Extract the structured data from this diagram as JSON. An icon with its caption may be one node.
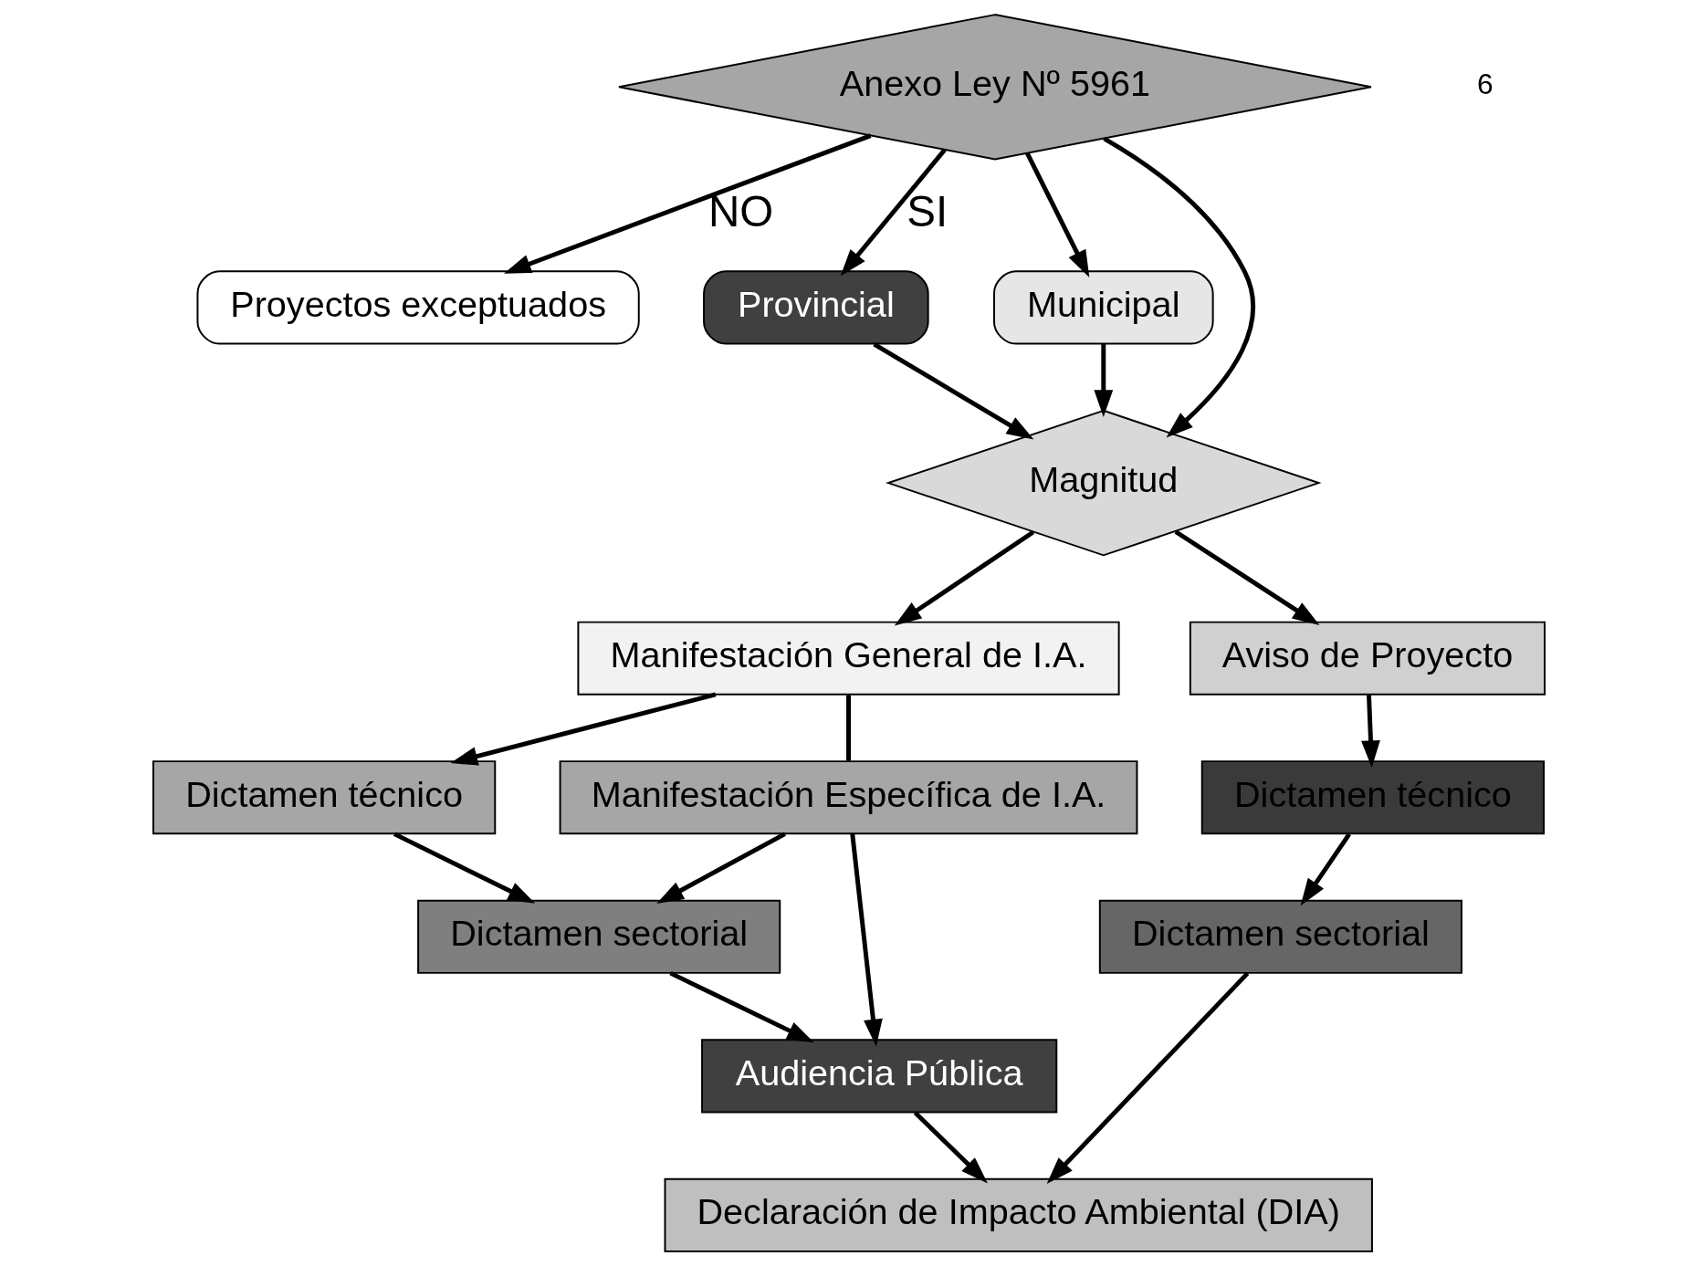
{
  "diagram": {
    "nodes": [
      {
        "text": [
          "Anexo Ley Nº 5961"
        ]
      },
      {
        "text": [
          "Proyectos exceptuados"
        ]
      },
      {
        "text": [
          "Provincial"
        ]
      },
      {
        "text": [
          "Municipal"
        ]
      },
      {
        "text": [
          "Magnitud"
        ]
      },
      {
        "text": [
          "Manifestación General de I.A."
        ]
      },
      {
        "text": [
          "Aviso de Proyecto"
        ]
      },
      {
        "text": [
          "Dictamen técnico"
        ]
      },
      {
        "text": [
          "Manifestación Específica de I.A."
        ]
      },
      {
        "text": [
          "Dictamen técnico"
        ]
      },
      {
        "text": [
          "Dictamen sectorial"
        ]
      },
      {
        "text": [
          "Dictamen sectorial"
        ]
      },
      {
        "text": [
          "Audiencia Pública"
        ]
      },
      {
        "text": [
          "Declaración de Impacto Ambiental (DIA)"
        ]
      }
    ],
    "edges": [
      {
        "from": 0,
        "to": 1,
        "arrow": "to",
        "label": "NO"
      },
      {
        "from": 0,
        "to": 2,
        "arrow": "to",
        "label": "SI"
      },
      {
        "from": 0,
        "to": 4,
        "arrow": "to"
      },
      {
        "from": 0,
        "to": 3,
        "arrow": "to"
      },
      {
        "from": 2,
        "to": 4,
        "arrow": "to"
      },
      {
        "from": 3,
        "to": 4,
        "arrow": "to"
      },
      {
        "from": 4,
        "to": 5,
        "arrow": "to"
      },
      {
        "from": 4,
        "to": 6,
        "arrow": "to"
      },
      {
        "from": 5,
        "to": 7,
        "arrow": "to"
      },
      {
        "from": 5,
        "to": 8,
        "arrow": "none"
      },
      {
        "from": 7,
        "to": 10,
        "arrow": "to"
      },
      {
        "from": 8,
        "to": 10,
        "arrow": "to"
      },
      {
        "from": 10,
        "to": 12,
        "arrow": "to"
      },
      {
        "from": 8,
        "to": 12,
        "arrow": "to"
      },
      {
        "from": 12,
        "to": 13,
        "arrow": "to"
      },
      {
        "from": 6,
        "to": 9,
        "arrow": "to"
      },
      {
        "from": 9,
        "to": 11,
        "arrow": "to"
      },
      {
        "from": 11,
        "to": 13,
        "arrow": "to"
      }
    ],
    "labels": [
      "6"
    ]
  }
}
